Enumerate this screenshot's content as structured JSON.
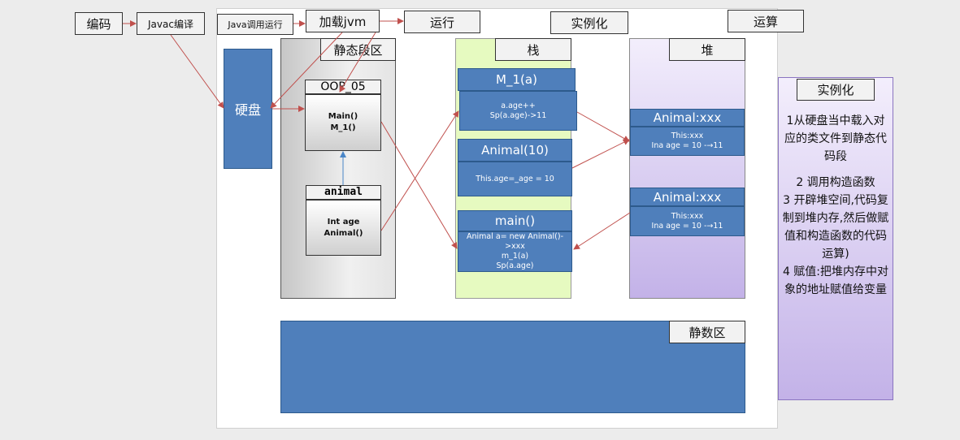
{
  "top_bar": {
    "encode": "编码",
    "javac_compile": "Javac编译",
    "java_run": "Java调用运行",
    "load_jvm": "加载jvm",
    "run": "运行",
    "instantiate": "实例化",
    "compute": "运算"
  },
  "disk": {
    "label": "硬盘"
  },
  "static_code": {
    "title": "静态段区",
    "oop_class": {
      "name": "OOP_05",
      "members": [
        "Main()",
        "M_1()"
      ]
    },
    "animal_class": {
      "name": "animal",
      "members": [
        "Int age",
        "Animal()"
      ]
    }
  },
  "stack": {
    "title": "栈",
    "frames": [
      {
        "name": "M_1(a)",
        "lines": [
          "a.age++",
          "Sp(a.age)->11"
        ]
      },
      {
        "name": "Animal(10)",
        "lines": [
          "This.age=_age = 10"
        ]
      },
      {
        "name": "main()",
        "lines": [
          "Animal a= new Animal()-",
          ">xxx",
          "m_1(a)",
          "Sp(a.age)"
        ]
      }
    ]
  },
  "heap": {
    "title": "堆",
    "objects": [
      {
        "name": "Animal:xxx",
        "lines": [
          "This:xxx",
          "Ina age = 10 -→11"
        ]
      },
      {
        "name": "Animal:xxx",
        "lines": [
          "This:xxx",
          "Ina age = 10 -→11"
        ]
      }
    ]
  },
  "static_data": {
    "title": "静数区"
  },
  "description": {
    "title": "实例化",
    "paragraphs": [
      "1从硬盘当中载入对应的类文件到静态代码段",
      "2 调用构造函数",
      "3 开辟堆空间,代码复制到堆内存,然后做赋值和构造函数的代码运算)",
      "4 赋值:把堆内存中对象的地址赋值给变量"
    ]
  },
  "colors": {
    "box_blue": "#4f7fbb",
    "stack_green": "#e6fac0",
    "heap_purple": "#c3b2e8",
    "arrow_red": "#c0504d",
    "arrow_blue": "#4a86c8"
  }
}
